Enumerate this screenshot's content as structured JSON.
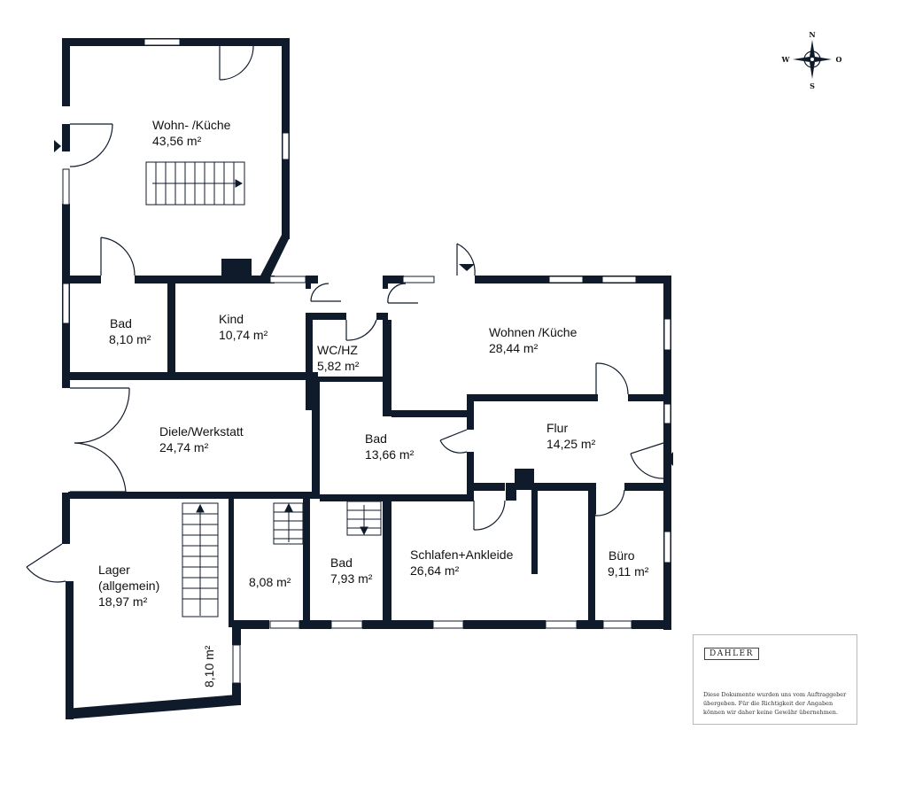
{
  "rooms": [
    {
      "name": "Wohn- /Küche",
      "area": "43,56 m²"
    },
    {
      "name": "Bad",
      "area": "8,10 m²"
    },
    {
      "name": "Kind",
      "area": "10,74 m²"
    },
    {
      "name": "WC/HZ",
      "area": "5,82 m²"
    },
    {
      "name": "Wohnen /Küche",
      "area": "28,44 m²"
    },
    {
      "name": "Diele/Werkstatt",
      "area": "24,74 m²"
    },
    {
      "name": "Bad",
      "area": "13,66 m²"
    },
    {
      "name": "Flur",
      "area": "14,25 m²"
    },
    {
      "name": "Lager",
      "name2": "(allgemein)",
      "area": "18,97 m²"
    },
    {
      "name": "",
      "area": "8,08 m²"
    },
    {
      "name": "Bad",
      "area": "7,93 m²"
    },
    {
      "name": "Schlafen+Ankleide",
      "area": "26,64 m²"
    },
    {
      "name": "Büro",
      "area": "9,11 m²"
    },
    {
      "name": "",
      "area": "8,10 m²"
    }
  ],
  "compass": {
    "north": "N",
    "south": "S",
    "west": "W",
    "east": "O"
  },
  "logo": "DAHLER",
  "disclaimer": {
    "line1": "Diese Dokumente wurden uns vom Auftraggeber",
    "line2": "übergeben. Für die Richtigkeit der Angaben",
    "line3": "können wir daher keine Gewähr übernehmen."
  },
  "colors": {
    "wall": "#0f1a2b",
    "window": "#ffffff",
    "text": "#111111"
  }
}
